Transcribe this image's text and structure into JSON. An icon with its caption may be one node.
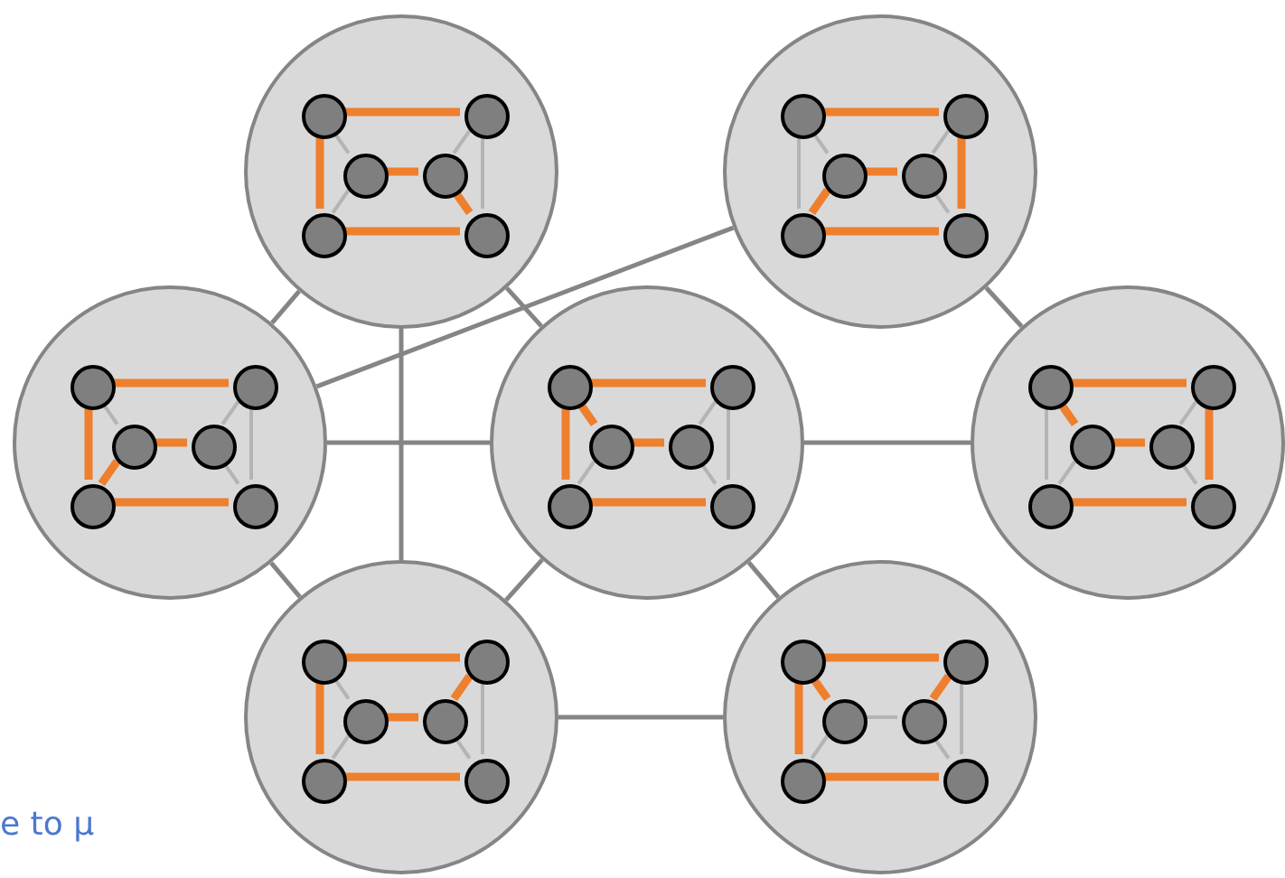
{
  "diagram": {
    "nodes": [
      {
        "text": [],
        "shape": "circle"
      },
      {
        "text": [],
        "shape": "circle",
        "in": 0
      },
      {
        "text": [],
        "shape": "circle",
        "in": 0
      },
      {
        "text": [],
        "shape": "circle",
        "in": 0
      },
      {
        "text": [],
        "shape": "circle",
        "in": 0
      },
      {
        "text": [],
        "shape": "circle",
        "in": 0
      },
      {
        "text": [],
        "shape": "circle",
        "in": 0
      },
      {
        "text": [],
        "shape": "circle"
      },
      {
        "text": [],
        "shape": "circle",
        "in": 7
      },
      {
        "text": [],
        "shape": "circle",
        "in": 7
      },
      {
        "text": [],
        "shape": "circle",
        "in": 7
      },
      {
        "text": [],
        "shape": "circle",
        "in": 7
      },
      {
        "text": [],
        "shape": "circle",
        "in": 7
      },
      {
        "text": [],
        "shape": "circle",
        "in": 7
      },
      {
        "text": [],
        "shape": "circle"
      },
      {
        "text": [],
        "shape": "circle",
        "in": 14
      },
      {
        "text": [],
        "shape": "circle",
        "in": 14
      },
      {
        "text": [],
        "shape": "circle",
        "in": 14
      },
      {
        "text": [],
        "shape": "circle",
        "in": 14
      },
      {
        "text": [],
        "shape": "circle",
        "in": 14
      },
      {
        "text": [],
        "shape": "circle",
        "in": 14
      },
      {
        "text": [],
        "shape": "circle"
      },
      {
        "text": [],
        "shape": "circle",
        "in": 21
      },
      {
        "text": [],
        "shape": "circle",
        "in": 21
      },
      {
        "text": [],
        "shape": "circle",
        "in": 21
      },
      {
        "text": [],
        "shape": "circle",
        "in": 21
      },
      {
        "text": [],
        "shape": "circle",
        "in": 21
      },
      {
        "text": [],
        "shape": "circle",
        "in": 21
      },
      {
        "text": [],
        "shape": "circle"
      },
      {
        "text": [],
        "shape": "circle",
        "in": 28
      },
      {
        "text": [],
        "shape": "circle",
        "in": 28
      },
      {
        "text": [],
        "shape": "circle",
        "in": 28
      },
      {
        "text": [],
        "shape": "circle",
        "in": 28
      },
      {
        "text": [],
        "shape": "circle",
        "in": 28
      },
      {
        "text": [],
        "shape": "circle",
        "in": 28
      },
      {
        "text": [],
        "shape": "circle"
      },
      {
        "text": [],
        "shape": "circle",
        "in": 35
      },
      {
        "text": [],
        "shape": "circle",
        "in": 35
      },
      {
        "text": [],
        "shape": "circle",
        "in": 35
      },
      {
        "text": [],
        "shape": "circle",
        "in": 35
      },
      {
        "text": [],
        "shape": "circle",
        "in": 35
      },
      {
        "text": [],
        "shape": "circle",
        "in": 35
      },
      {
        "text": [],
        "shape": "circle"
      },
      {
        "text": [],
        "shape": "circle",
        "in": 42
      },
      {
        "text": [],
        "shape": "circle",
        "in": 42
      },
      {
        "text": [],
        "shape": "circle",
        "in": 42
      },
      {
        "text": [],
        "shape": "circle",
        "in": 42
      },
      {
        "text": [],
        "shape": "circle",
        "in": 42
      },
      {
        "text": [],
        "shape": "circle",
        "in": 42
      }
    ],
    "edges": [
      {
        "from": 0,
        "to": 14,
        "arrow": "none",
        "color": "#858585"
      },
      {
        "from": 0,
        "to": 21,
        "arrow": "none",
        "color": "#858585"
      },
      {
        "from": 0,
        "to": 35,
        "arrow": "none",
        "color": "#858585"
      },
      {
        "from": 14,
        "to": 7,
        "arrow": "none",
        "color": "#858585"
      },
      {
        "from": 14,
        "to": 21,
        "arrow": "none",
        "color": "#858585"
      },
      {
        "from": 14,
        "to": 35,
        "arrow": "none",
        "color": "#858585"
      },
      {
        "from": 21,
        "to": 28,
        "arrow": "none",
        "color": "#858585"
      },
      {
        "from": 21,
        "to": 35,
        "arrow": "none",
        "color": "#858585"
      },
      {
        "from": 21,
        "to": 42,
        "arrow": "none",
        "color": "#858585"
      },
      {
        "from": 35,
        "to": 42,
        "arrow": "none",
        "color": "#858585"
      },
      {
        "from": 7,
        "to": 28,
        "arrow": "none",
        "color": "#858585"
      },
      {
        "from": 2,
        "to": 6,
        "arrow": "none",
        "color": "#b4b4b4"
      },
      {
        "from": 1,
        "to": 3,
        "arrow": "none",
        "color": "#b4b4b4"
      },
      {
        "from": 3,
        "to": 5,
        "arrow": "none",
        "color": "#b4b4b4"
      },
      {
        "from": 2,
        "to": 4,
        "arrow": "none",
        "color": "#b4b4b4"
      },
      {
        "from": 1,
        "to": 2,
        "arrow": "none",
        "style": "thick"
      },
      {
        "from": 1,
        "to": 5,
        "arrow": "none",
        "style": "thick"
      },
      {
        "from": 5,
        "to": 6,
        "arrow": "none",
        "style": "thick"
      },
      {
        "from": 3,
        "to": 4,
        "arrow": "none",
        "style": "thick"
      },
      {
        "from": 4,
        "to": 6,
        "arrow": "none",
        "style": "thick"
      },
      {
        "from": 8,
        "to": 12,
        "arrow": "none",
        "color": "#b4b4b4"
      },
      {
        "from": 8,
        "to": 10,
        "arrow": "none",
        "color": "#b4b4b4"
      },
      {
        "from": 9,
        "to": 11,
        "arrow": "none",
        "color": "#b4b4b4"
      },
      {
        "from": 11,
        "to": 13,
        "arrow": "none",
        "color": "#b4b4b4"
      },
      {
        "from": 8,
        "to": 9,
        "arrow": "none",
        "style": "thick"
      },
      {
        "from": 9,
        "to": 13,
        "arrow": "none",
        "style": "thick"
      },
      {
        "from": 12,
        "to": 13,
        "arrow": "none",
        "style": "thick"
      },
      {
        "from": 10,
        "to": 12,
        "arrow": "none",
        "style": "thick"
      },
      {
        "from": 10,
        "to": 11,
        "arrow": "none",
        "style": "thick"
      },
      {
        "from": 16,
        "to": 20,
        "arrow": "none",
        "color": "#b4b4b4"
      },
      {
        "from": 15,
        "to": 17,
        "arrow": "none",
        "color": "#b4b4b4"
      },
      {
        "from": 16,
        "to": 18,
        "arrow": "none",
        "color": "#b4b4b4"
      },
      {
        "from": 18,
        "to": 20,
        "arrow": "none",
        "color": "#b4b4b4"
      },
      {
        "from": 15,
        "to": 16,
        "arrow": "none",
        "style": "thick"
      },
      {
        "from": 15,
        "to": 19,
        "arrow": "none",
        "style": "thick"
      },
      {
        "from": 17,
        "to": 19,
        "arrow": "none",
        "style": "thick"
      },
      {
        "from": 17,
        "to": 18,
        "arrow": "none",
        "style": "thick"
      },
      {
        "from": 19,
        "to": 20,
        "arrow": "none",
        "style": "thick"
      },
      {
        "from": 23,
        "to": 27,
        "arrow": "none",
        "color": "#b4b4b4"
      },
      {
        "from": 24,
        "to": 26,
        "arrow": "none",
        "color": "#b4b4b4"
      },
      {
        "from": 23,
        "to": 25,
        "arrow": "none",
        "color": "#b4b4b4"
      },
      {
        "from": 25,
        "to": 27,
        "arrow": "none",
        "color": "#b4b4b4"
      },
      {
        "from": 22,
        "to": 23,
        "arrow": "none",
        "style": "thick"
      },
      {
        "from": 22,
        "to": 26,
        "arrow": "none",
        "style": "thick"
      },
      {
        "from": 22,
        "to": 24,
        "arrow": "none",
        "style": "thick"
      },
      {
        "from": 24,
        "to": 25,
        "arrow": "none",
        "style": "thick"
      },
      {
        "from": 26,
        "to": 27,
        "arrow": "none",
        "style": "thick"
      },
      {
        "from": 29,
        "to": 33,
        "arrow": "none",
        "color": "#b4b4b4"
      },
      {
        "from": 31,
        "to": 33,
        "arrow": "none",
        "color": "#b4b4b4"
      },
      {
        "from": 30,
        "to": 32,
        "arrow": "none",
        "color": "#b4b4b4"
      },
      {
        "from": 32,
        "to": 34,
        "arrow": "none",
        "color": "#b4b4b4"
      },
      {
        "from": 29,
        "to": 30,
        "arrow": "none",
        "style": "thick"
      },
      {
        "from": 29,
        "to": 31,
        "arrow": "none",
        "style": "thick"
      },
      {
        "from": 31,
        "to": 32,
        "arrow": "none",
        "style": "thick"
      },
      {
        "from": 30,
        "to": 34,
        "arrow": "none",
        "style": "thick"
      },
      {
        "from": 33,
        "to": 34,
        "arrow": "none",
        "style": "thick"
      },
      {
        "from": 37,
        "to": 41,
        "arrow": "none",
        "color": "#b4b4b4"
      },
      {
        "from": 36,
        "to": 38,
        "arrow": "none",
        "color": "#b4b4b4"
      },
      {
        "from": 38,
        "to": 40,
        "arrow": "none",
        "color": "#b4b4b4"
      },
      {
        "from": 39,
        "to": 41,
        "arrow": "none",
        "color": "#b4b4b4"
      },
      {
        "from": 36,
        "to": 37,
        "arrow": "none",
        "style": "thick"
      },
      {
        "from": 36,
        "to": 40,
        "arrow": "none",
        "style": "thick"
      },
      {
        "from": 38,
        "to": 39,
        "arrow": "none",
        "style": "thick"
      },
      {
        "from": 37,
        "to": 39,
        "arrow": "none",
        "style": "thick"
      },
      {
        "from": 40,
        "to": 41,
        "arrow": "none",
        "style": "thick"
      },
      {
        "from": 45,
        "to": 46,
        "arrow": "none",
        "color": "#b4b4b4"
      },
      {
        "from": 44,
        "to": 48,
        "arrow": "none",
        "color": "#b4b4b4"
      },
      {
        "from": 45,
        "to": 47,
        "arrow": "none",
        "color": "#b4b4b4"
      },
      {
        "from": 46,
        "to": 48,
        "arrow": "none",
        "color": "#b4b4b4"
      },
      {
        "from": 43,
        "to": 44,
        "arrow": "none",
        "style": "thick"
      },
      {
        "from": 43,
        "to": 47,
        "arrow": "none",
        "style": "thick"
      },
      {
        "from": 43,
        "to": 45,
        "arrow": "none",
        "style": "thick"
      },
      {
        "from": 44,
        "to": 46,
        "arrow": "none",
        "style": "thick"
      },
      {
        "from": 47,
        "to": 48,
        "arrow": "none",
        "style": "thick"
      }
    ],
    "labels": [
      "e to μ"
    ]
  }
}
